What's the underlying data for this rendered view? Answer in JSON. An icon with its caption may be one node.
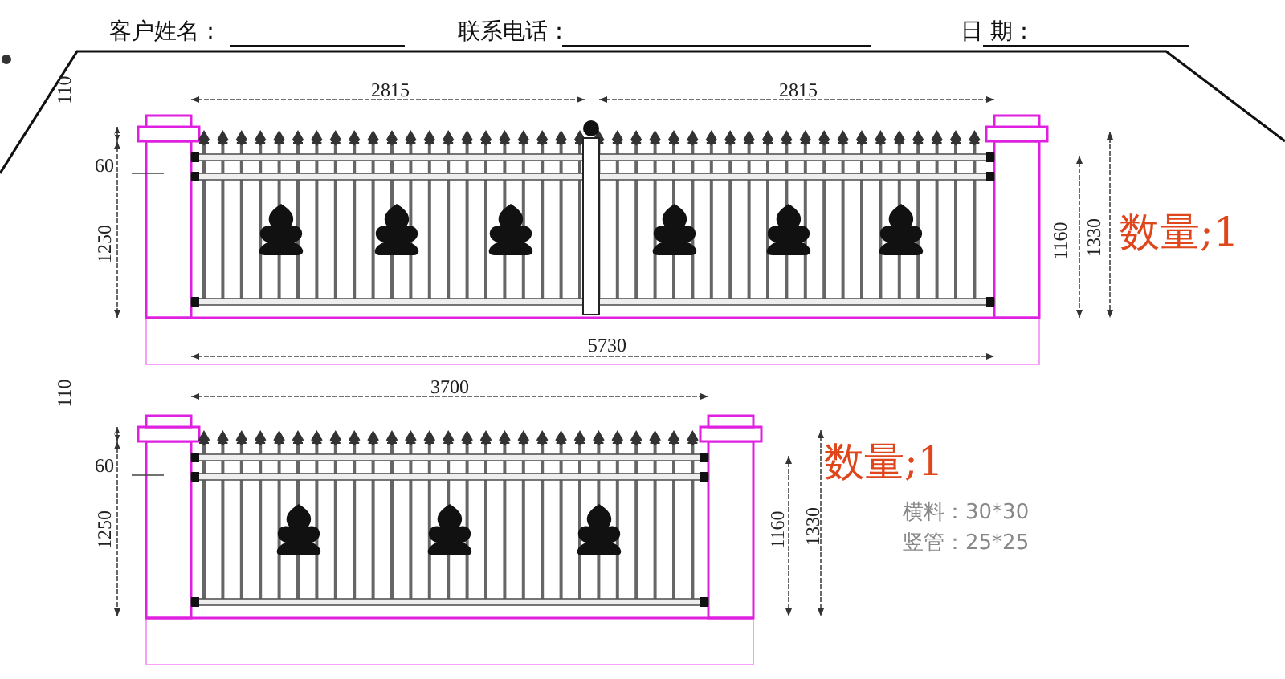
{
  "diagram": {
    "labels": [
      "客户姓名：",
      "联系电话：",
      "日 期：",
      "110",
      "2815",
      "2815",
      "60",
      "1250",
      "1160",
      "1330",
      "数量;1",
      "5730",
      "110",
      "3700",
      "60",
      "1250",
      "1160",
      "1330",
      "数量;1",
      "横料：30*30",
      "竖管：25*25"
    ]
  }
}
